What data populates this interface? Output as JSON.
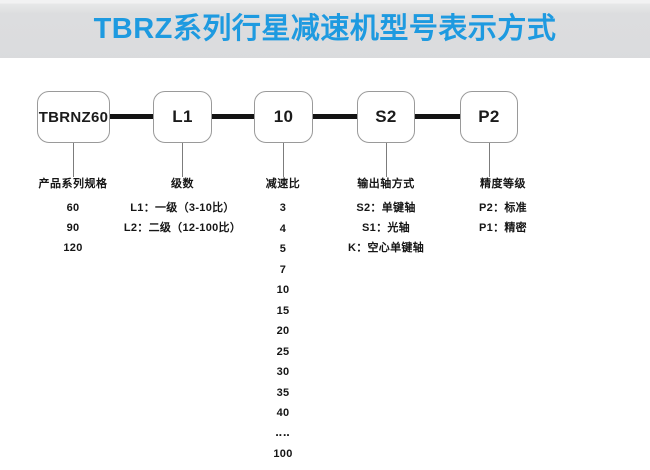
{
  "banner": {
    "title": "TBRZ系列行星减速机型号表示方式",
    "title_color": "#1e9ae0",
    "background_color": "#dcdddf"
  },
  "diagram": {
    "boxes": [
      {
        "code": "TBRNZ60",
        "name": "model-code-box"
      },
      {
        "code": "L1",
        "name": "stage-code-box"
      },
      {
        "code": "10",
        "name": "ratio-code-box"
      },
      {
        "code": "S2",
        "name": "output-shaft-code-box"
      },
      {
        "code": "P2",
        "name": "precision-code-box"
      }
    ],
    "columns": [
      {
        "header": "产品系列规格",
        "items": [
          "60",
          "90",
          "120"
        ]
      },
      {
        "header": "级数",
        "items": [
          "L1：一级（3-10比）",
          "L2：二级（12-100比）"
        ]
      },
      {
        "header": "减速比",
        "items": [
          "3",
          "4",
          "5",
          "7",
          "10",
          "15",
          "20",
          "25",
          "30",
          "35",
          "40",
          "‥‥",
          "100"
        ]
      },
      {
        "header": "输出轴方式",
        "items": [
          "S2：单键轴",
          "S1：光轴",
          "K：空心单键轴"
        ]
      },
      {
        "header": "精度等级",
        "items": [
          "P2：标准",
          "P1：精密"
        ]
      }
    ]
  }
}
